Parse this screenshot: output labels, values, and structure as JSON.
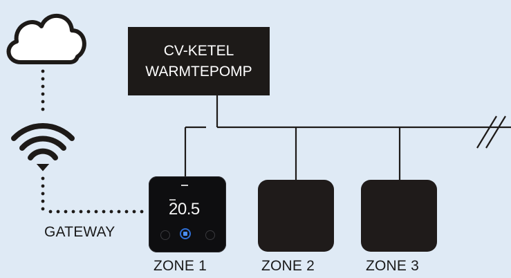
{
  "boiler": {
    "line1": "CV-KETEL",
    "line2": "WARMTEPOMP"
  },
  "gateway": {
    "label": "GATEWAY"
  },
  "thermostat": {
    "temperature": "20.5"
  },
  "zones": [
    {
      "label": "ZONE 1"
    },
    {
      "label": "ZONE 2"
    },
    {
      "label": "ZONE 3"
    }
  ],
  "colors": {
    "background": "#dfeaf5",
    "box": "#1f1b1a",
    "accent": "#2f6fd6"
  },
  "icons": [
    "cloud-icon",
    "wifi-icon"
  ]
}
